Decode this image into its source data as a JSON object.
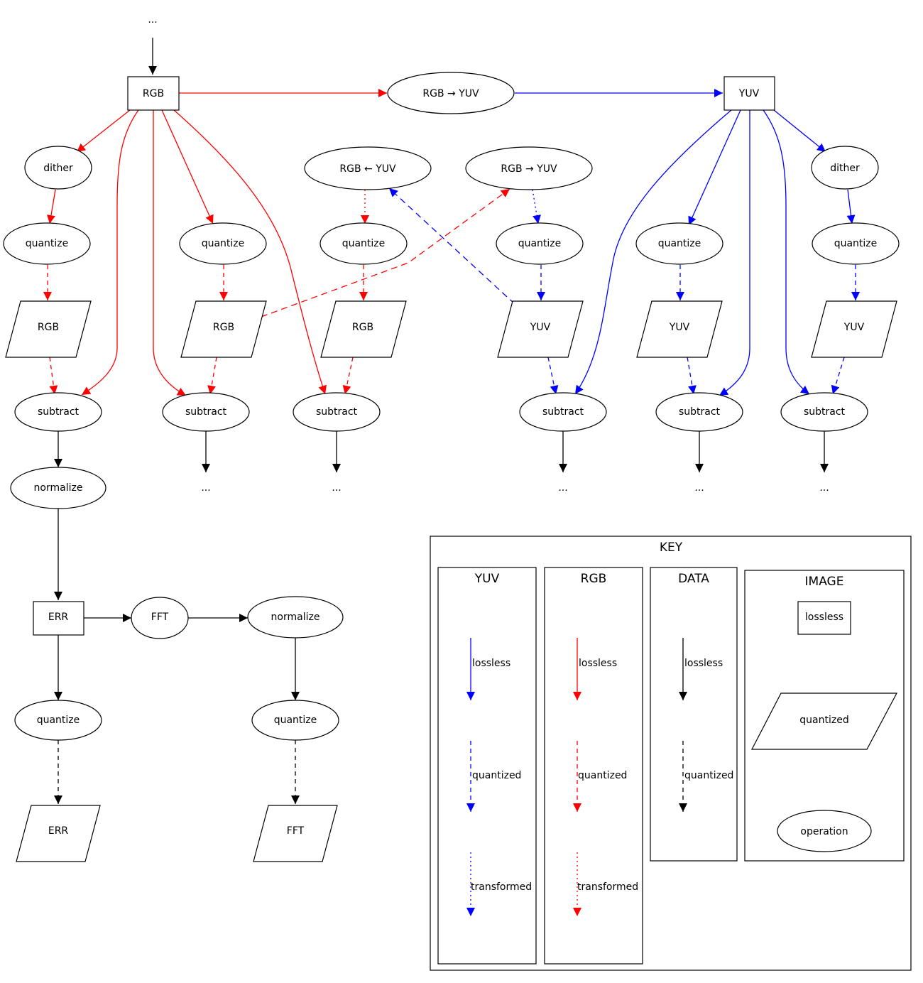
{
  "colors": {
    "rgb": "#ff0000",
    "yuv": "#0000ff",
    "data": "#000000"
  },
  "labels": {
    "ellipsis": "...",
    "rgb": "RGB",
    "yuv": "YUV",
    "err": "ERR",
    "fft": "FFT",
    "dither": "dither",
    "quantize": "quantize",
    "subtract": "subtract",
    "normalize": "normalize",
    "rgb_to_yuv": "RGB → YUV",
    "rgb_from_yuv": "RGB ← YUV"
  },
  "key": {
    "title": "KEY",
    "yuv_title": "YUV",
    "rgb_title": "RGB",
    "data_title": "DATA",
    "image_title": "IMAGE",
    "lossless": "lossless",
    "quantized": "quantized",
    "transformed": "transformed",
    "operation": "operation"
  }
}
